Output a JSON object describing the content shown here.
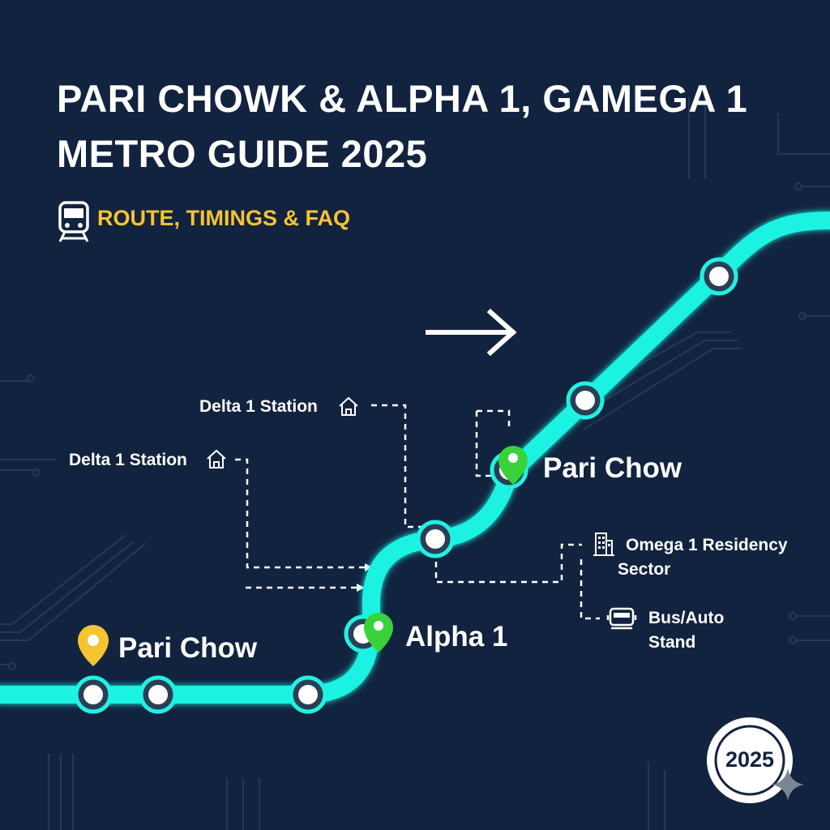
{
  "title": {
    "line1": "PARI CHOWK & ALPHA 1, GAMEGA 1",
    "line2": "METRO GUIDE 2025"
  },
  "subtitle": "ROUTE, TIMINGS & FAQ",
  "colors": {
    "background": "#12233f",
    "metro_line": "#1ff2e2",
    "accent_yellow": "#f6c431",
    "pin_green": "#3ad23a"
  },
  "labels": {
    "delta_upper": "Delta 1 Station",
    "delta_lower": "Delta 1 Station",
    "pari_chow_left": "Pari Chow",
    "pari_chow_right": "Pari Chow",
    "alpha": "Alpha 1",
    "omega_line1": "Omega 1 Residency",
    "omega_line2": "Sector",
    "bus_line1": "Bus/Auto",
    "bus_line2": "Stand"
  },
  "badge": "2025",
  "icons": [
    "train-icon",
    "home-icon",
    "building-icon",
    "bus-icon",
    "map-pin-icon",
    "arrow-right-icon",
    "sparkle-icon"
  ]
}
